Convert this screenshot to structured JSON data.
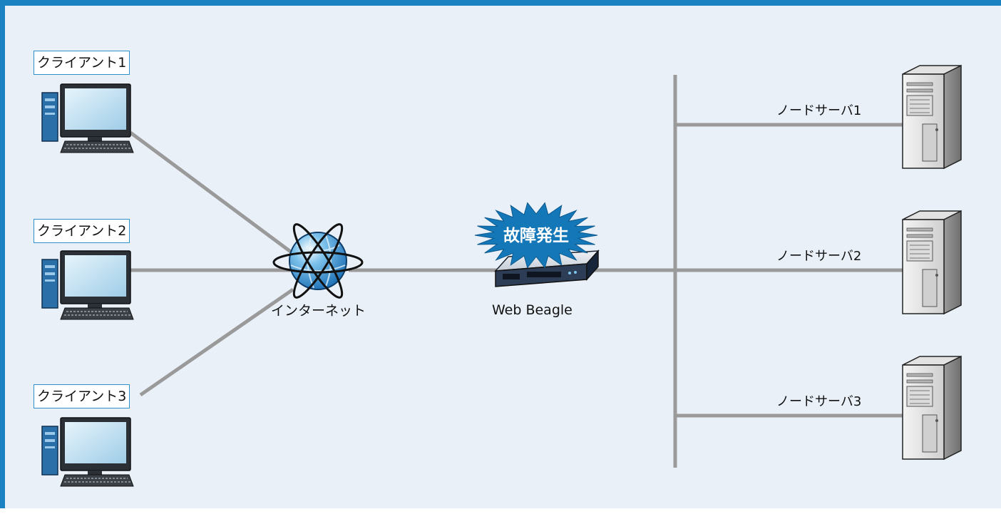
{
  "clients": [
    {
      "label": "クライアント1"
    },
    {
      "label": "クライアント2"
    },
    {
      "label": "クライアント3"
    }
  ],
  "internet": {
    "label": "インターネット",
    "icon": "globe-icon"
  },
  "appliance": {
    "label": "Web Beagle",
    "alert": "故障発生",
    "icon": "rack-server-icon"
  },
  "servers": [
    {
      "label": "ノードサーバ1"
    },
    {
      "label": "ノードサーバ2"
    },
    {
      "label": "ノードサーバ3"
    }
  ],
  "colors": {
    "frame_border": "#1a82c0",
    "background": "#e9f0f8",
    "line": "#9a9a9a",
    "alert_burst": "#1477b8",
    "label_border": "#2f8fc9"
  }
}
